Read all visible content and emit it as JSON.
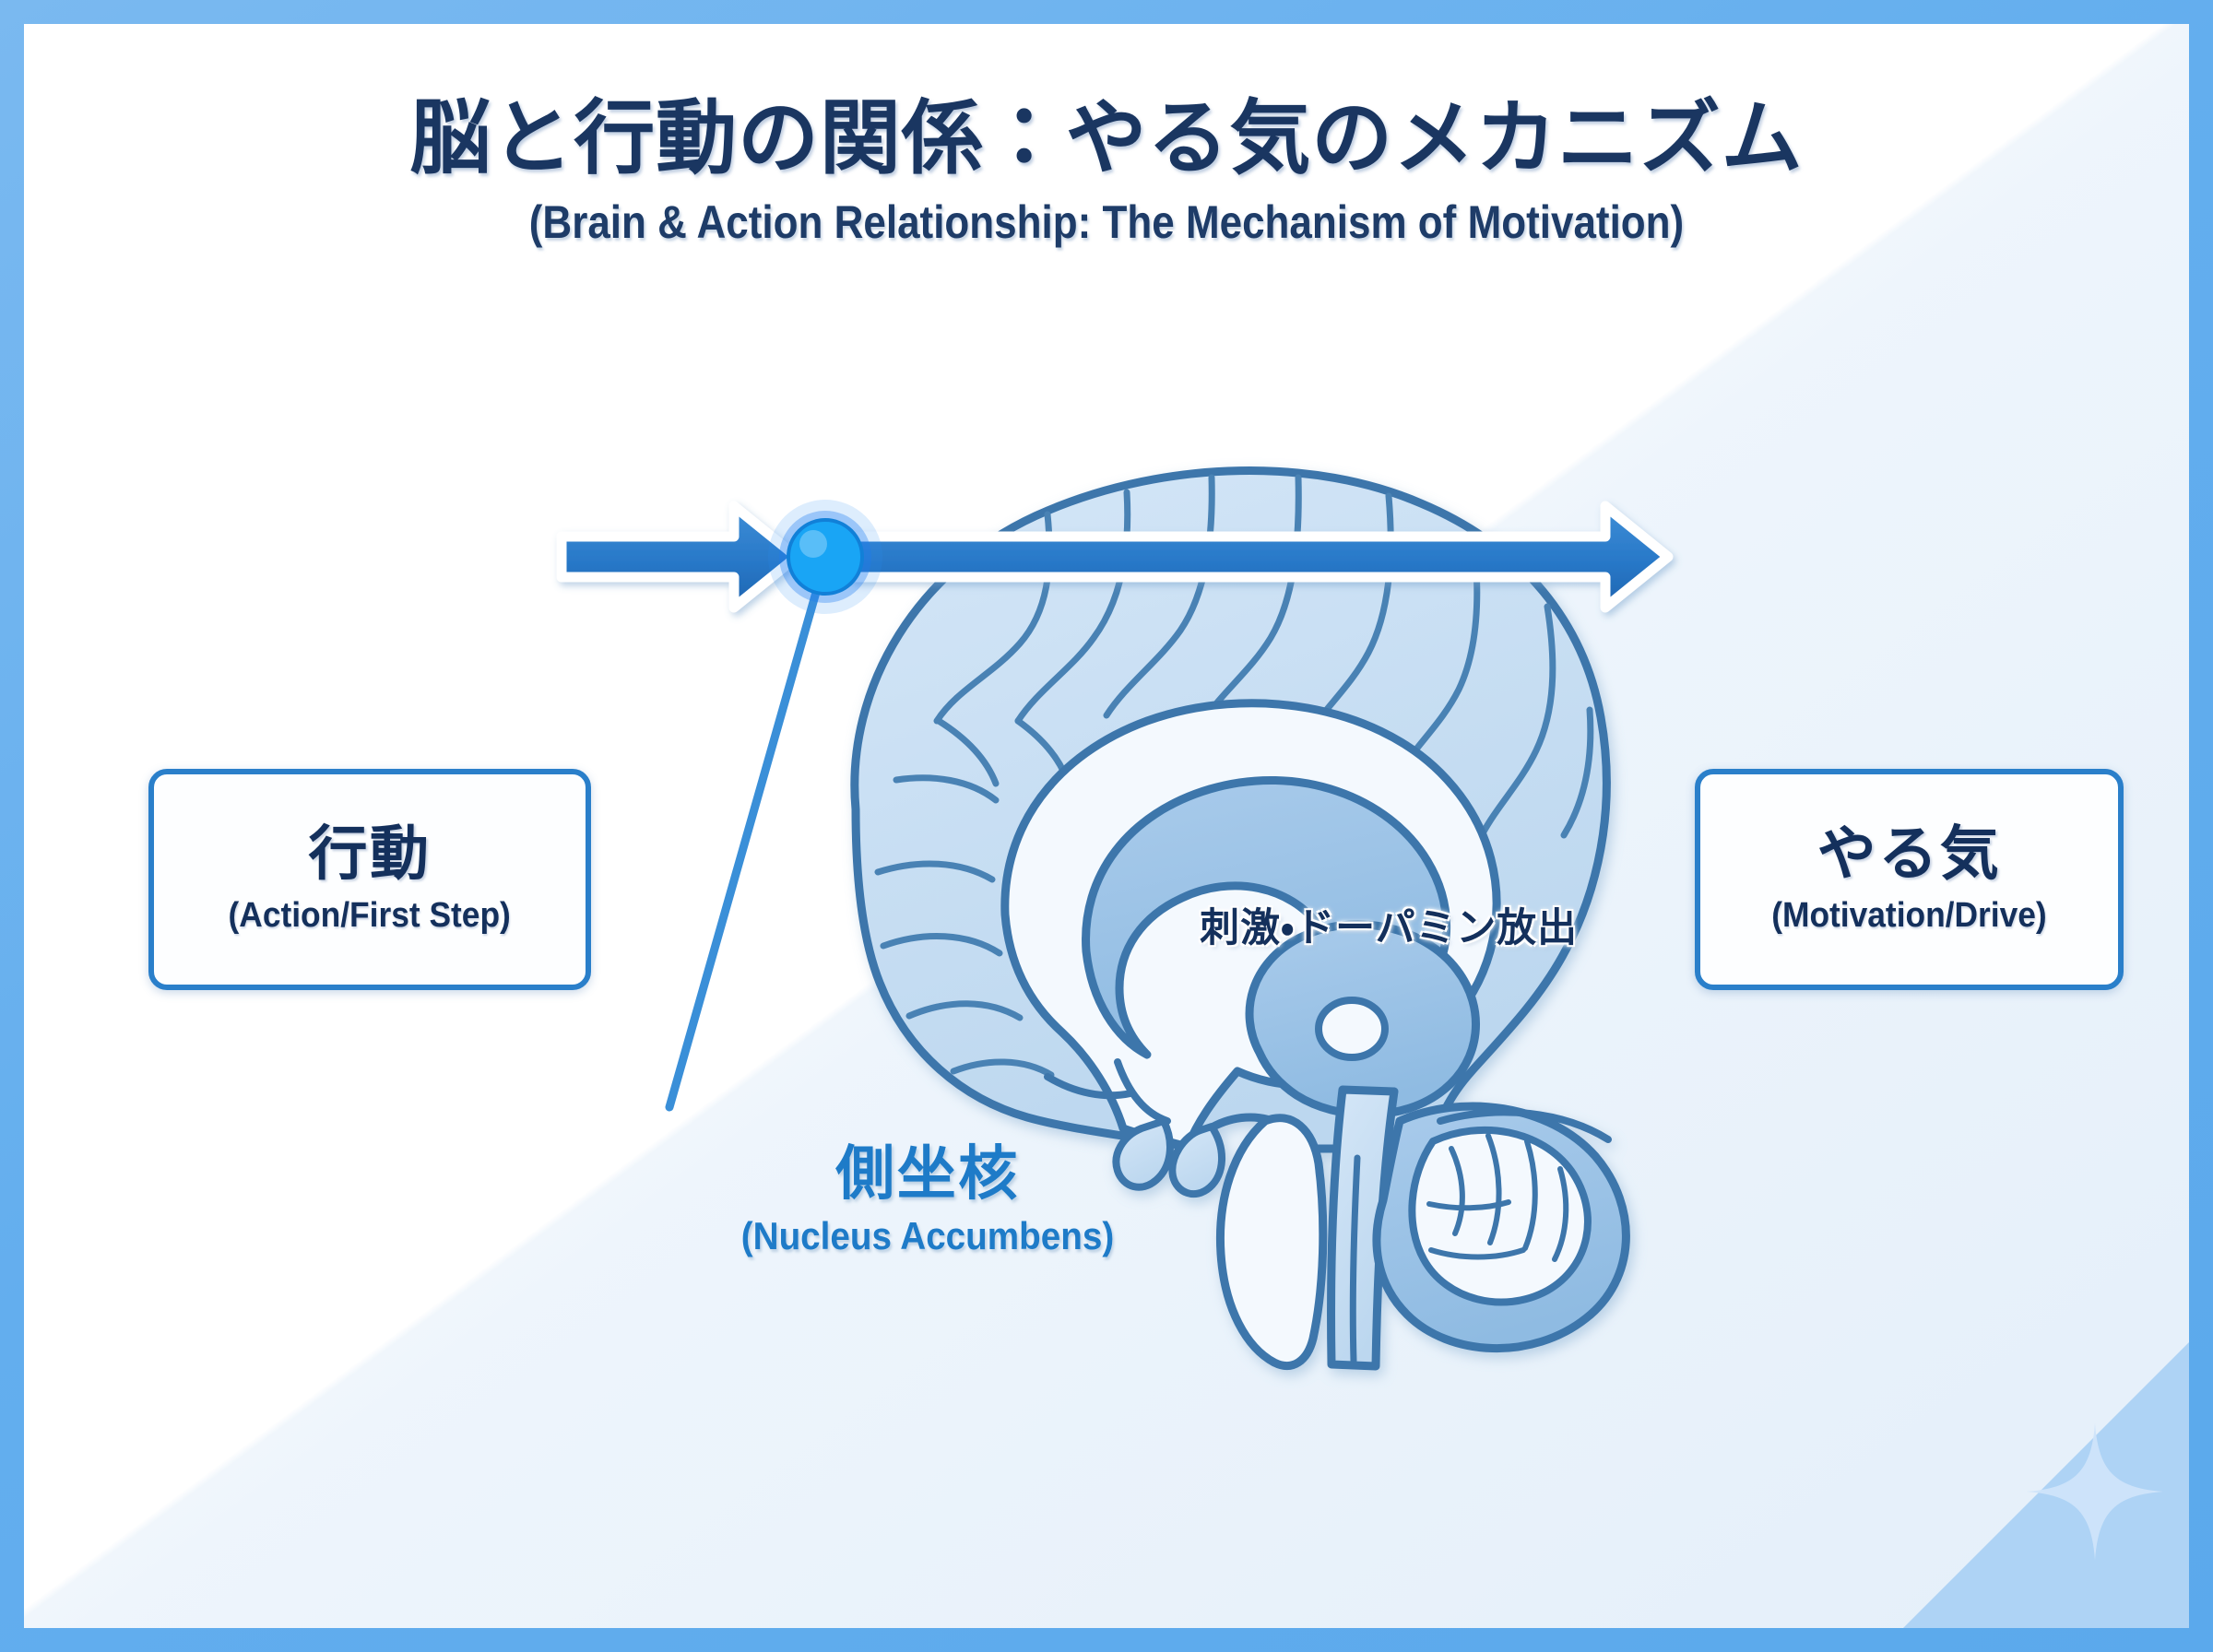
{
  "slide": {
    "title_jp": "脳と行動の関係：やる気のメカニズム",
    "title_en": "(Brain & Action Relationship: The Mechanism of Motivation)",
    "frame_color": "#63aeee",
    "canvas_white": "#ffffff",
    "canvas_tint": "#e4eff9",
    "title_color": "#1a3661"
  },
  "left_box": {
    "jp": "行動",
    "en": "(Action/First Step)",
    "border_color": "#2a7fca",
    "text_color": "#14305c"
  },
  "right_box": {
    "jp": "やる気",
    "en": "(Motivation/Drive)",
    "border_color": "#2a7fca",
    "text_color": "#14305c"
  },
  "flow": {
    "arrow_label": "刺激・ドーパミン放出",
    "arrow_color": "#2878c8",
    "arrow_outline": "#ffffff",
    "label_color": "#14305c"
  },
  "callout": {
    "jp": "側坐核",
    "en": "(Nucleus Accumbens)",
    "color": "#1e7bc8",
    "marker_color": "#19a5f5",
    "marker_glow": "#1e7bf0",
    "leader_color": "#3a8fd8"
  },
  "illustration": {
    "name": "brain-sagittal-section",
    "fill": "#c5dcf0",
    "fill_deep": "#9dc3e6",
    "outline": "#3d76ab",
    "inner_white": "#f4f9fe"
  },
  "decoration": {
    "name": "sparkle-four-point",
    "band_color": "#a9d0f4",
    "sparkle_color": "#bedcf7"
  }
}
